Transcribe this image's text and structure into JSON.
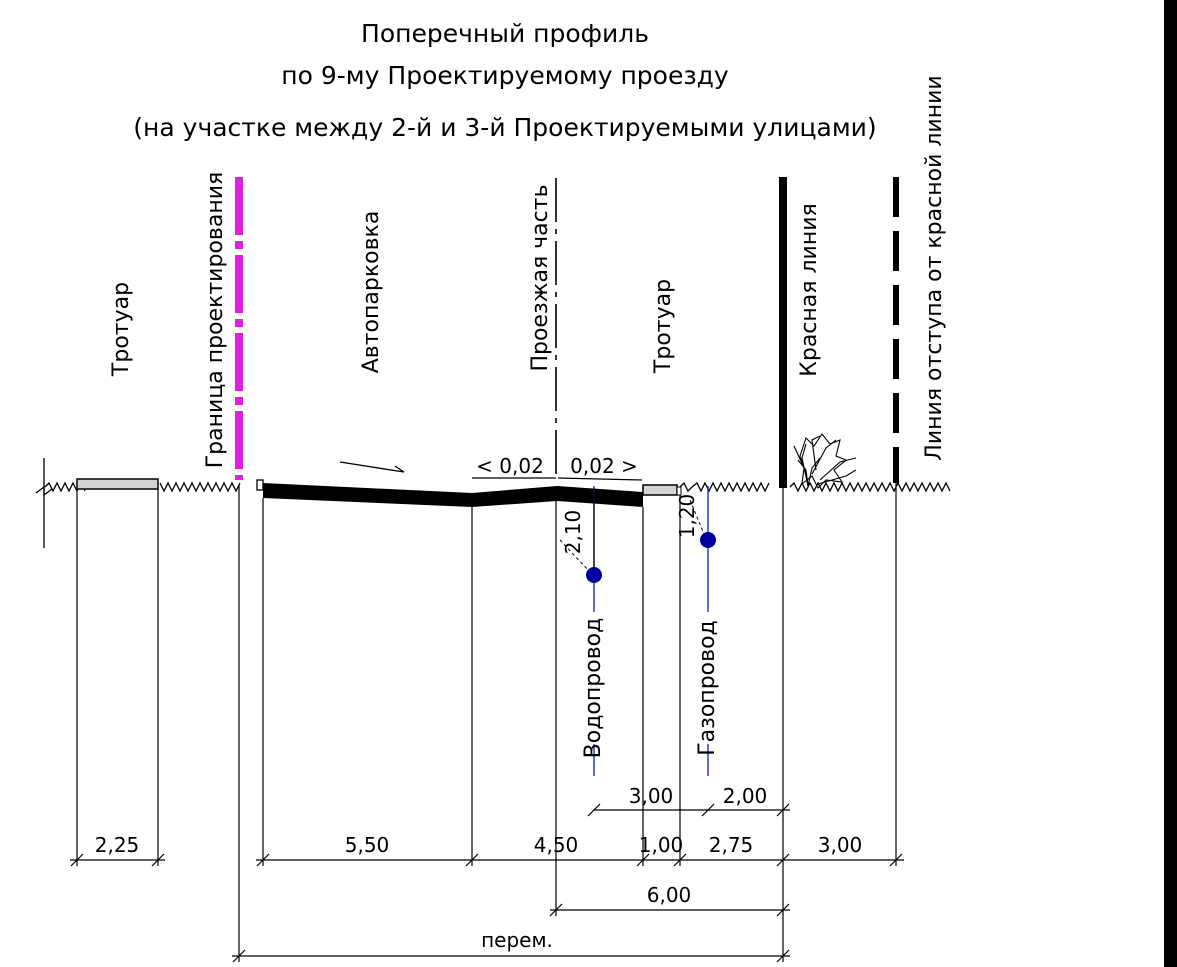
{
  "title": {
    "line1": "Поперечный профиль",
    "line2": "по 9-му Проектируемому проезду",
    "line3": "(на участке между 2-й и 3-й Проектируемыми улицами)"
  },
  "zones": {
    "sidewalk_left": "Тротуар",
    "design_boundary": "Граница проектирования",
    "parking": "Автопарковка",
    "carriageway": "Проезжая часть",
    "sidewalk_right": "Тротуар",
    "red_line": "Красная линия",
    "setback_line": "Линия отступа от красной линии"
  },
  "slopes": {
    "left": "< 0,02",
    "right": "0,02 >"
  },
  "utilities": {
    "water": {
      "label": "Водопровод",
      "depth": "2,10"
    },
    "gas": {
      "label": "Газопровод",
      "depth": "1,20"
    }
  },
  "dimensions": {
    "water_to_red": "3,00",
    "gas_to_red": "2,00",
    "sidewalk_left": "2,25",
    "parking": "5,50",
    "carriageway": "4,50",
    "curb": "1,00",
    "sidewalk_right": "2,75",
    "setback": "3,00",
    "axis_to_red": "6,00",
    "total": "перем."
  },
  "colors": {
    "boundary": "#e020e0",
    "utility": "#1a2fd0",
    "utility_dot": "#0000a0"
  }
}
